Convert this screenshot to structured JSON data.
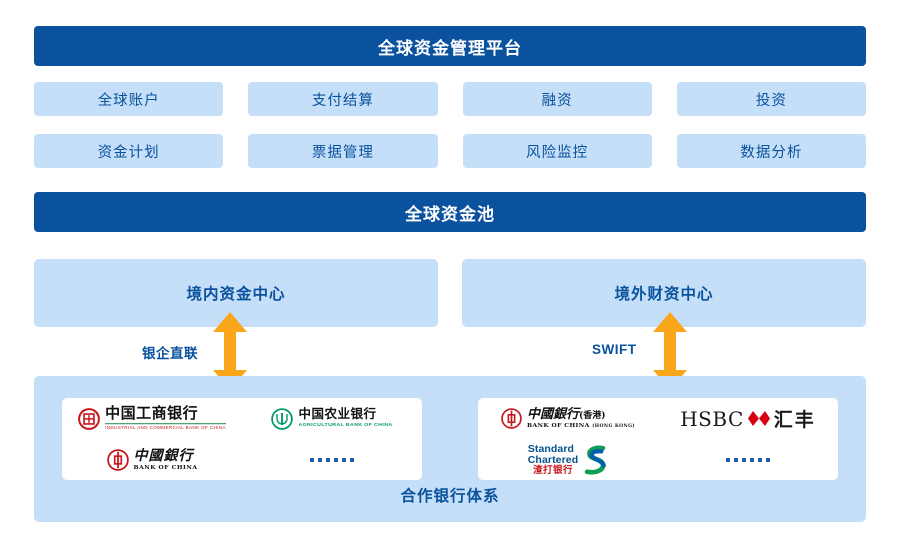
{
  "header": {
    "platform_title": "全球资金管理平台",
    "pool_title": "全球资金池"
  },
  "modules": [
    {
      "label": "全球账户"
    },
    {
      "label": "支付结算"
    },
    {
      "label": "融资"
    },
    {
      "label": "投资"
    },
    {
      "label": "资金计划"
    },
    {
      "label": "票据管理"
    },
    {
      "label": "风险监控"
    },
    {
      "label": "数据分析"
    }
  ],
  "centers": {
    "onshore": {
      "label": "境内资金中心",
      "connector": "银企直联"
    },
    "offshore": {
      "label": "境外财资中心",
      "connector": "SWIFT"
    }
  },
  "banks": {
    "section_title": "合作银行体系",
    "onshore": [
      {
        "id": "icbc",
        "cn": "中国工商银行",
        "en": "INDUSTRIAL AND COMMERCIAL BANK OF CHINA",
        "emblem": "icbc-emblem-icon"
      },
      {
        "id": "abc",
        "cn": "中国农业银行",
        "en": "AGRICULTURAL BANK OF CHINA",
        "emblem": "abc-emblem-icon"
      },
      {
        "id": "boc",
        "cn": "中國銀行",
        "en": "BANK OF CHINA",
        "emblem": "boc-emblem-icon"
      },
      {
        "id": "more-onshore",
        "cn": "……",
        "en": "",
        "emblem": "ellipsis-icon"
      }
    ],
    "offshore": [
      {
        "id": "bochk",
        "cn": "中國銀行",
        "cn_suffix": "(香港)",
        "en": "BANK OF CHINA",
        "en_suffix": "(HONG KONG)",
        "emblem": "boc-emblem-icon"
      },
      {
        "id": "hsbc",
        "cn": "汇丰",
        "en": "HSBC",
        "emblem": "hsbc-hexagon-icon"
      },
      {
        "id": "standard-chartered",
        "cn": "渣打银行",
        "en_line1": "Standard",
        "en_line2": "Chartered",
        "emblem": "standard-chartered-mark-icon"
      },
      {
        "id": "more-offshore",
        "cn": "……",
        "en": "",
        "emblem": "ellipsis-icon"
      }
    ]
  },
  "colors": {
    "banner_blue": "#0A519E",
    "panel_blue": "#C5DFF8",
    "text_blue": "#0A519E",
    "arrow_orange": "#FAA61A",
    "icbc_red": "#C8161D",
    "abc_green": "#009966",
    "hsbc_red": "#DB0011",
    "sc_blue": "#00518F"
  }
}
